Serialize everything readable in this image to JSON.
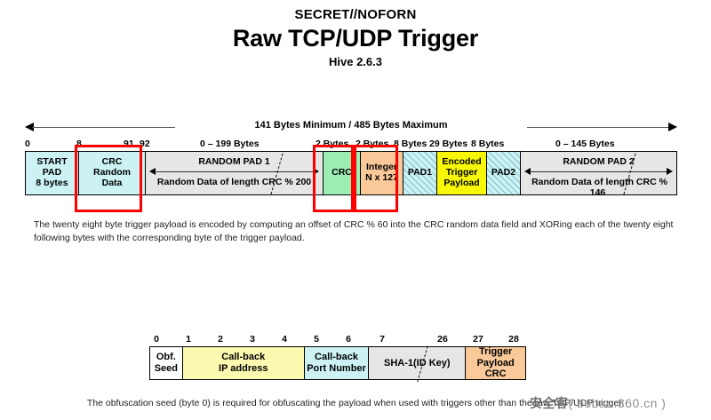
{
  "header": {
    "classification": "SECRET//NOFORN",
    "title": "Raw TCP/UDP Trigger",
    "subtitle": "Hive 2.6.3"
  },
  "span": {
    "label": "141 Bytes Minimum / 485 Bytes Maximum",
    "min_bytes": 141,
    "max_bytes": 485
  },
  "packet": {
    "offsets": [
      "0",
      "8",
      "91",
      "92"
    ],
    "fields": [
      {
        "name": "start-pad",
        "line1": "START",
        "line2": "PAD",
        "line3": "8 bytes",
        "size_label": "",
        "color": "#ccf2f4"
      },
      {
        "name": "crc-random",
        "line1": "CRC",
        "line2": "Random",
        "line3": "Data",
        "size_label": "",
        "color": "#ccf2f4"
      },
      {
        "name": "random-pad-1",
        "line1": "RANDOM PAD 1",
        "line2": "Random Data of length CRC % 200",
        "line3": "",
        "size_label": "0 – 199 Bytes",
        "color": "#e6e6e6"
      },
      {
        "name": "crc",
        "line1": "CRC",
        "line2": "",
        "line3": "",
        "size_label": "2 Bytes",
        "color": "#9ceeb5"
      },
      {
        "name": "integer",
        "line1": "Integer",
        "line2": "N x 127",
        "line3": "",
        "size_label": "2 Bytes",
        "color": "#fac99a"
      },
      {
        "name": "pad1",
        "line1": "PAD1",
        "line2": "",
        "line3": "",
        "size_label": "8 Bytes",
        "color": "#ccf2f4"
      },
      {
        "name": "encoded-trigger-payload",
        "line1": "Encoded",
        "line2": "Trigger",
        "line3": "Payload",
        "size_label": "29 Bytes",
        "color": "#f7f707"
      },
      {
        "name": "pad2",
        "line1": "PAD2",
        "line2": "",
        "line3": "",
        "size_label": "8 Bytes",
        "color": "#ccf2f4"
      },
      {
        "name": "random-pad-2",
        "line1": "RANDOM PAD 2",
        "line2": "Random Data of length CRC % 146",
        "line3": "",
        "size_label": "0 – 145 Bytes",
        "color": "#e6e6e6"
      }
    ]
  },
  "notes": {
    "encoding": "The twenty eight byte trigger payload is encoded by computing an offset of CRC % 60 into the CRC random data field and XORing each of the twenty eight following bytes with the corresponding byte of the trigger payload.",
    "obfuscation": "The obfuscation seed (byte 0) is required for obfuscating the payload when used with triggers other than the raw TCP/UDP trigger."
  },
  "payload": {
    "ticks": [
      "0",
      "1",
      "2",
      "3",
      "4",
      "5",
      "6",
      "7",
      "26",
      "27",
      "28"
    ],
    "fields": [
      {
        "name": "obf-seed",
        "line1": "Obf.",
        "line2": "Seed",
        "color": "#ffffff"
      },
      {
        "name": "callback-ip",
        "line1": "Call-back",
        "line2": "IP address",
        "color": "#fbf8b0"
      },
      {
        "name": "callback-port",
        "line1": "Call-back",
        "line2": "Port Number",
        "color": "#ccf2f4"
      },
      {
        "name": "sha1-id-key",
        "line1": "SHA-1(ID Key)",
        "line2": "",
        "color": "#e6e6e6"
      },
      {
        "name": "trigger-payload-crc",
        "line1": "Trigger",
        "line2": "Payload CRC",
        "color": "#fac99a"
      }
    ]
  },
  "watermark": {
    "cn_text": "安全客",
    "url_text": "( bobao.360.cn )"
  },
  "colors": {
    "annotation": "#ff0000",
    "cyan": "#ccf2f4",
    "grey": "#e6e6e6",
    "green": "#9ceeb5",
    "peach": "#fac99a",
    "yellow": "#f7f707"
  }
}
